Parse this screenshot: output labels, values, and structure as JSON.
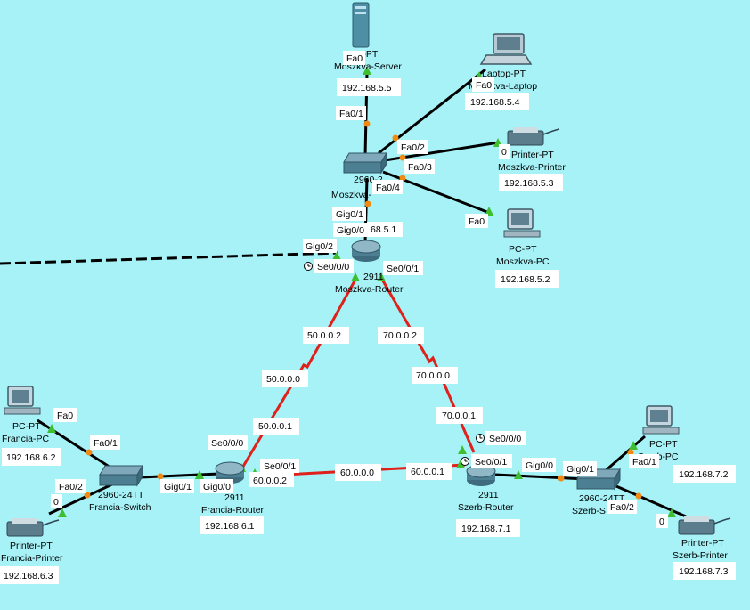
{
  "colors": {
    "background": "#a6f2f7",
    "ethernet": "#000000",
    "serial": "#e0201a",
    "port_up": "#3fbf2f",
    "port_amber": "#f08a12"
  },
  "icons": {
    "server": "server-icon",
    "laptop": "laptop-icon",
    "printer": "printer-icon",
    "pc": "pc-icon",
    "switch": "switch-icon",
    "router": "router-icon",
    "clock": "clock-icon"
  },
  "devices": {
    "moszkva_server": {
      "type": "er-PT",
      "name": "Moszkva-Server",
      "ip": "192.168.5.5"
    },
    "moszkva_laptop": {
      "type": "Laptop-PT",
      "name": "Moszkva-Laptop",
      "ip": "192.168.5.4"
    },
    "moszkva_printer": {
      "type": "Printer-PT",
      "name": "Moszkva-Printer",
      "ip": "192.168.5.3"
    },
    "moszkva_switch": {
      "type": "2960-2",
      "name": "Moszkva-"
    },
    "moszkva_pc": {
      "type": "PC-PT",
      "name": "Moszkva-PC",
      "ip": "192.168.5.2"
    },
    "moszkva_router": {
      "type": "2911",
      "name": "Moszkva-Router",
      "ip": "68.5.1"
    },
    "francia_pc": {
      "type": "PC-PT",
      "name": "Francia-PC",
      "ip": "192.168.6.2"
    },
    "francia_printer": {
      "type": "Printer-PT",
      "name": "Francia-Printer",
      "ip": "192.168.6.3"
    },
    "francia_switch": {
      "type": "2960-24TT",
      "name": "Francia-Switch"
    },
    "francia_router": {
      "type": "2911",
      "name": "Francia-Router",
      "ip": "192.168.6.1"
    },
    "szerb_router": {
      "type": "2911",
      "name": "Szerb-Router",
      "ip": "192.168.7.1"
    },
    "szerb_switch": {
      "type": "2960-24TT",
      "name": "Szerb-S"
    },
    "szerb_pc": {
      "type": "PC-PT",
      "name": "Szerb-PC",
      "ip": "192.168.7.2"
    },
    "szerb_printer": {
      "type": "Printer-PT",
      "name": "Szerb-Printer",
      "ip": "192.168.7.3"
    }
  },
  "ports": {
    "server_fa0": "Fa0",
    "laptop_fa0": "Fa0",
    "printer_0": "0",
    "pc_fa0": "Fa0",
    "sw_fa01": "Fa0/1",
    "sw_fa02": "Fa0/2",
    "sw_fa03": "Fa0/3",
    "sw_fa04": "Fa0/4",
    "sw_gig01": "Gig0/1",
    "rtr_gig00": "Gig0/0",
    "rtr_gig02": "Gig0/2",
    "rtr_se000": "Se0/0/0",
    "rtr_se001": "Se0/0/1",
    "fpc_fa0": "Fa0",
    "fsw_fa01": "Fa0/1",
    "fsw_fa02": "Fa0/2",
    "fprn_0": "0",
    "fsw_gig01": "Gig0/1",
    "frtr_gig00": "Gig0/0",
    "frtr_se000": "Se0/0/0",
    "frtr_se001": "Se0/0/1",
    "srtr_se000": "Se0/0/0",
    "srtr_se001": "Se0/0/1",
    "srtr_gig00": "Gig0/0",
    "ssw_gig01": "Gig0/1",
    "ssw_fa01": "Fa0/1",
    "ssw_fa02": "Fa0/2",
    "sprn_0": "0"
  },
  "networks": {
    "mf_a": "50.0.0.2",
    "mf_net": "50.0.0.0",
    "mf_b": "50.0.0.1",
    "ms_a": "70.0.0.2",
    "ms_net": "70.0.0.0",
    "ms_b": "70.0.0.1",
    "fs_a": "60.0.0.2",
    "fs_net": "60.0.0.0",
    "fs_b": "60.0.0.1"
  }
}
